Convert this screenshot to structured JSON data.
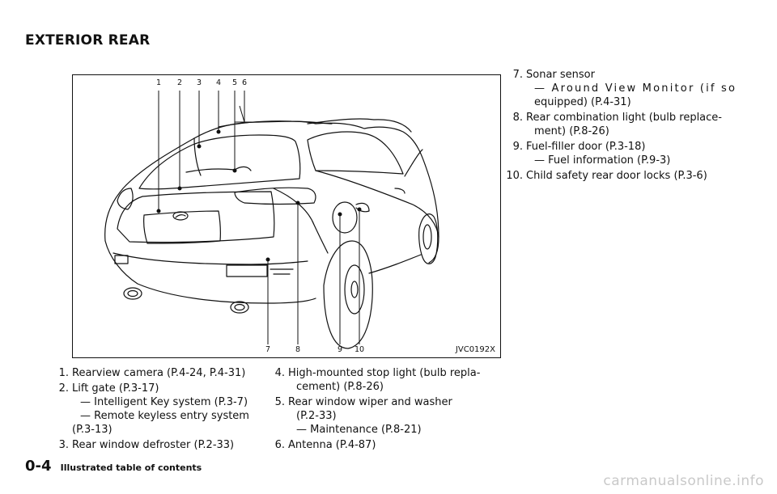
{
  "heading": "EXTERIOR REAR",
  "figure": {
    "code": "JVC0192X",
    "top_numbers": [
      "1",
      "2",
      "3",
      "4",
      "5",
      "6"
    ],
    "bottom_numbers": [
      "7",
      "8",
      "9",
      "10"
    ]
  },
  "items": [
    {
      "n": "1.",
      "lines": [
        "Rearview camera (P.4-24, P.4-31)"
      ]
    },
    {
      "n": "2.",
      "lines": [
        "Lift gate (P.3-17)"
      ],
      "subs": [
        "— Intelligent Key system (P.3-7)",
        "— Remote keyless entry system",
        "(P.3-13)"
      ]
    },
    {
      "n": "3.",
      "lines": [
        "Rear window defroster (P.2-33)"
      ]
    },
    {
      "n": "4.",
      "lines": [
        "High-mounted stop light (bulb repla-",
        "cement) (P.8-26)"
      ]
    },
    {
      "n": "5.",
      "lines": [
        "Rear window wiper and washer",
        "(P.2-33)"
      ],
      "subs": [
        "— Maintenance (P.8-21)"
      ]
    },
    {
      "n": "6.",
      "lines": [
        "Antenna (P.4-87)"
      ]
    },
    {
      "n": "7.",
      "lines": [
        "Sonar sensor"
      ],
      "subs": [
        "— Around View Monitor (if so",
        "equipped) (P.4-31)"
      ]
    },
    {
      "n": "8.",
      "lines": [
        "Rear combination light (bulb replace-",
        "ment) (P.8-26)"
      ]
    },
    {
      "n": "9.",
      "lines": [
        "Fuel-filler door (P.3-18)"
      ],
      "subs": [
        "— Fuel information (P.9-3)"
      ]
    },
    {
      "n": "10.",
      "lines": [
        "Child safety rear door locks (P.3-6)"
      ]
    }
  ],
  "footer": {
    "page": "0-4",
    "section": "Illustrated table of contents"
  },
  "watermark": "carmanualsonline.info"
}
